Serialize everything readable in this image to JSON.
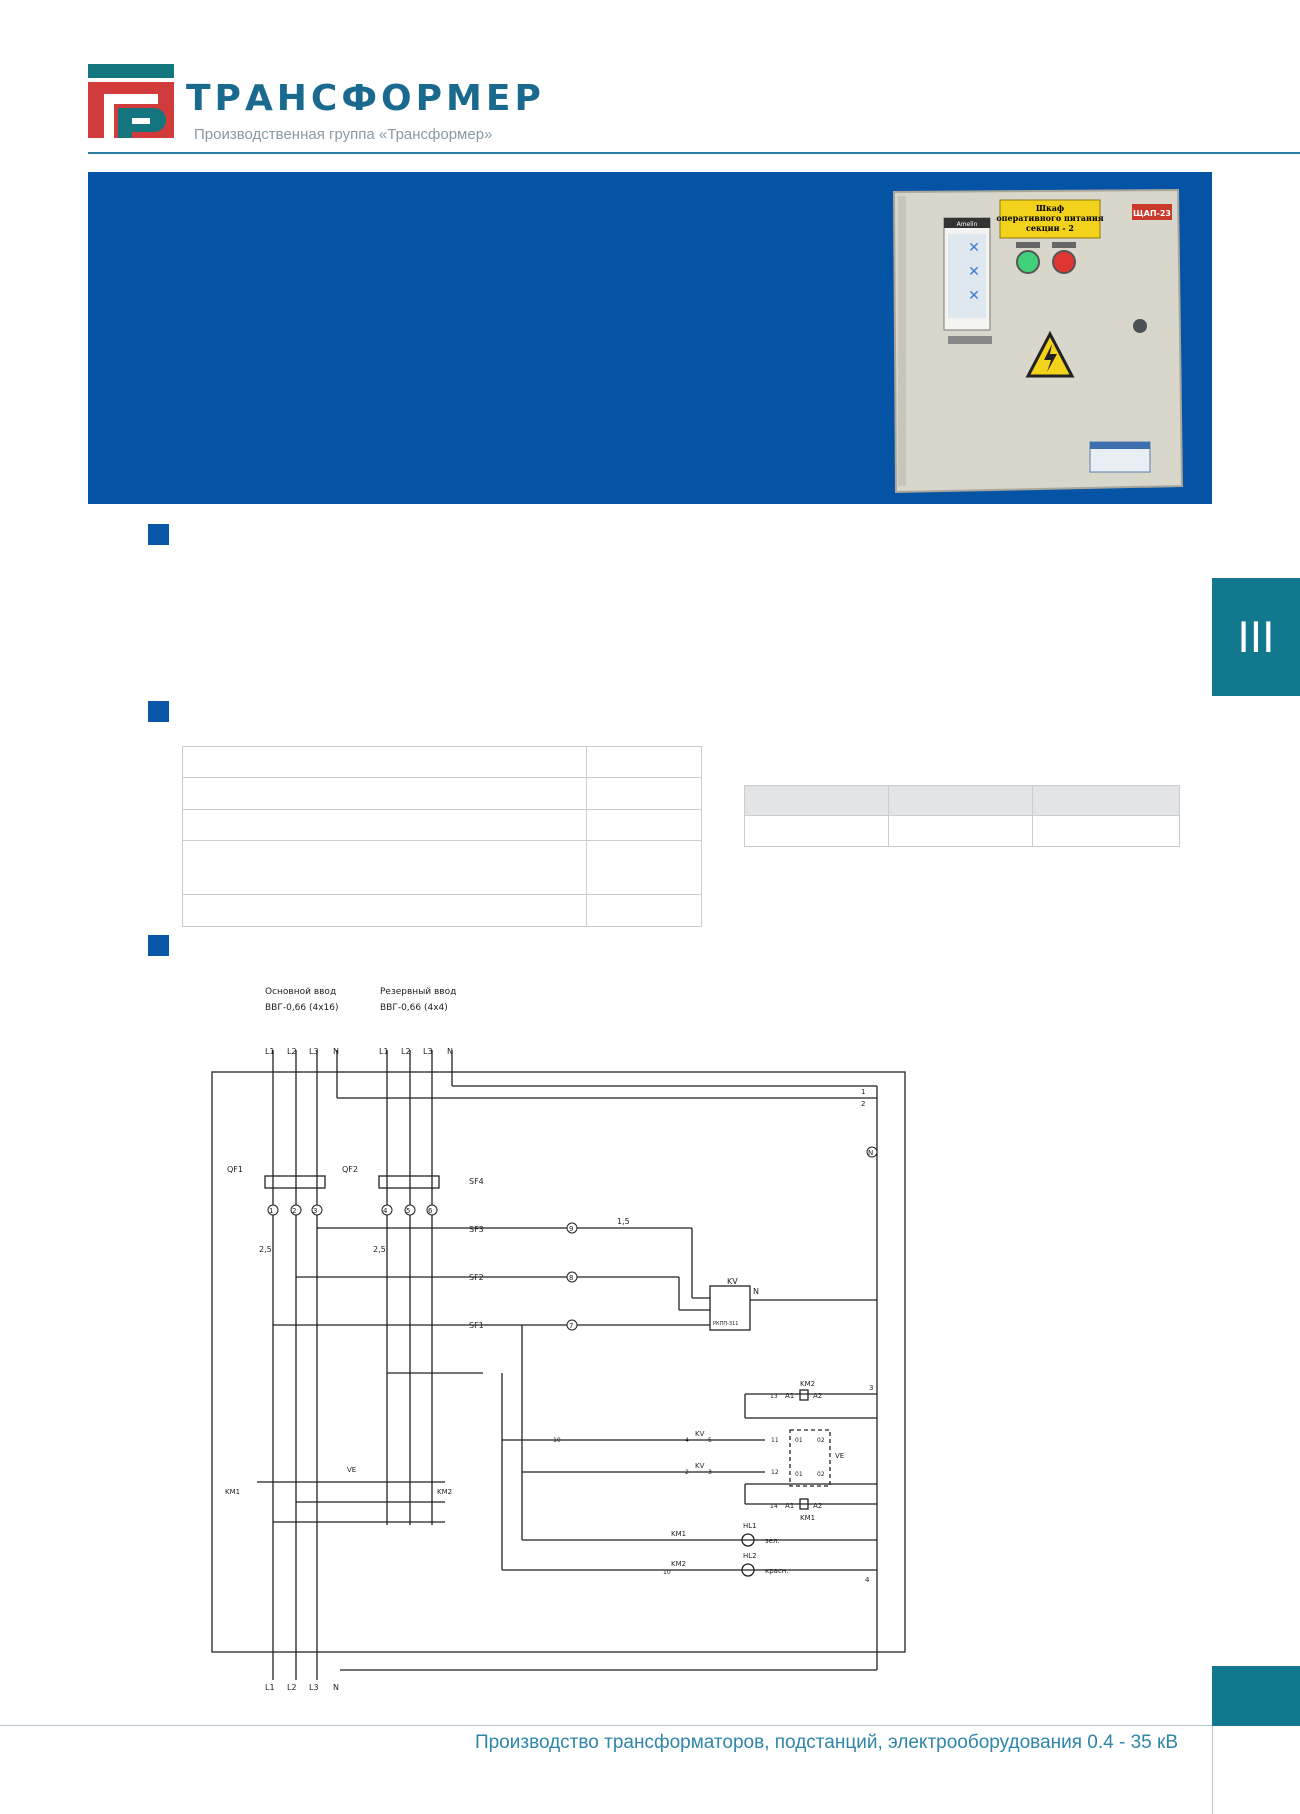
{
  "header": {
    "brand_name": "ТРАНСФОРМЕР",
    "brand_subtitle": "Производственная группа «Трансформер»"
  },
  "photo": {
    "plate_title_lines": [
      "Шкаф",
      "оперативного питания",
      "секции - 2"
    ],
    "plate_code": "ЩАП-23",
    "relay_brand": "Amelin"
  },
  "side_tab": {
    "label": "III"
  },
  "schematic": {
    "main_input": "Основной ввод",
    "main_cable": "ВВГ-0,66 (4х16)",
    "reserve_input": "Резервный ввод",
    "reserve_cable": "ВВГ-0,66 (4х4)",
    "phase_labels": [
      "L1",
      "L2",
      "L3",
      "N"
    ],
    "breakers": [
      "QF1",
      "QF2"
    ],
    "auto_switches": [
      "SF4",
      "SF3",
      "SF2",
      "SF1"
    ],
    "circuit_markers_main": [
      "1",
      "2",
      "3"
    ],
    "circuit_markers_reserve": [
      "4",
      "5",
      "6"
    ],
    "wire_markers": [
      "9",
      "8",
      "7"
    ],
    "wire_section_1": "1,5",
    "wire_section_2": "2,5",
    "relay_kv": "KV",
    "relay_model": "РКПП-311",
    "contactors": [
      "KM1",
      "KM2"
    ],
    "interlock": "VE",
    "lamps": [
      "HL1",
      "HL2"
    ],
    "lamp_green": "зел.",
    "lamp_red": "красн.",
    "terminal_numbers": [
      "1",
      "2",
      "3",
      "4"
    ],
    "neutral_mark": "N",
    "coil_terminals": [
      "A1",
      "A2"
    ],
    "contact_marks": [
      "01",
      "02"
    ],
    "kv_contacts": [
      "4",
      "5",
      "2",
      "3"
    ],
    "marker_numbers": [
      "13",
      "14",
      "11",
      "12",
      "10"
    ]
  },
  "footer": {
    "text": "Производство трансформаторов, подстанций, электрооборудования 0.4 - 35 кВ"
  },
  "colors": {
    "banner_blue": "#0553a4",
    "teal": "#11788e",
    "logo_red": "#d23b3b",
    "logo_teal": "#13757e"
  }
}
